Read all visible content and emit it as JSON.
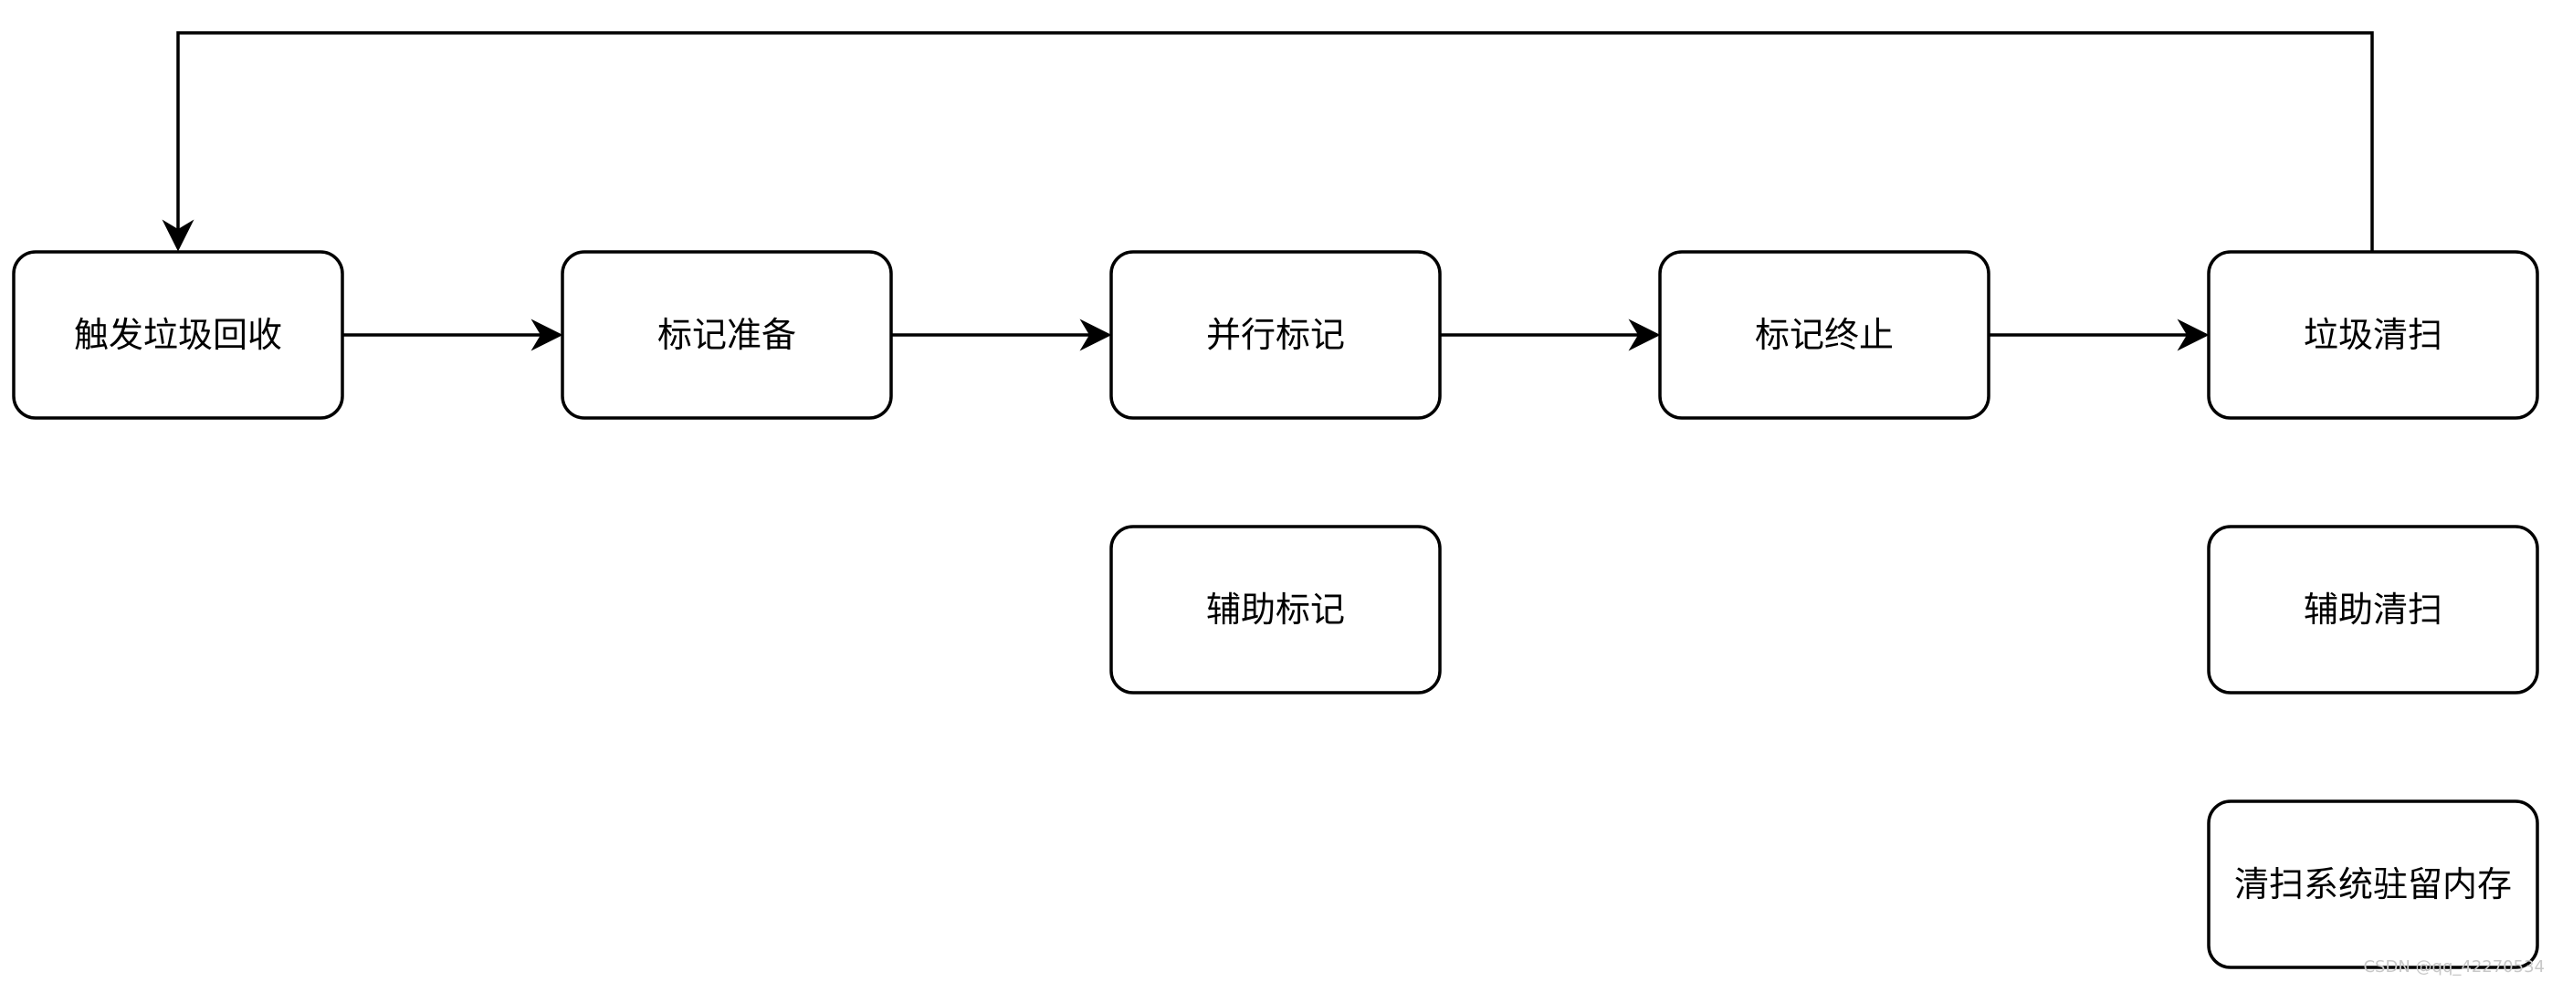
{
  "nodes": {
    "trigger": {
      "label": "触发垃圾回收"
    },
    "mark_prepare": {
      "label": "标记准备"
    },
    "concurrent_mark": {
      "label": "并行标记"
    },
    "mark_terminate": {
      "label": "标记终止"
    },
    "sweep": {
      "label": "垃圾清扫"
    },
    "assist_mark": {
      "label": "辅助标记"
    },
    "assist_sweep": {
      "label": "辅助清扫"
    },
    "sweep_resident": {
      "label": "清扫系统驻留内存"
    }
  },
  "edges": [
    {
      "from": "trigger",
      "to": "mark_prepare"
    },
    {
      "from": "mark_prepare",
      "to": "concurrent_mark"
    },
    {
      "from": "concurrent_mark",
      "to": "mark_terminate"
    },
    {
      "from": "mark_terminate",
      "to": "sweep"
    },
    {
      "from": "sweep",
      "to": "trigger"
    }
  ],
  "colors": {
    "stroke": "#000000",
    "fill": "#ffffff",
    "watermark": "#c8c8c8"
  },
  "watermark": "CSDN @qq_42270534"
}
